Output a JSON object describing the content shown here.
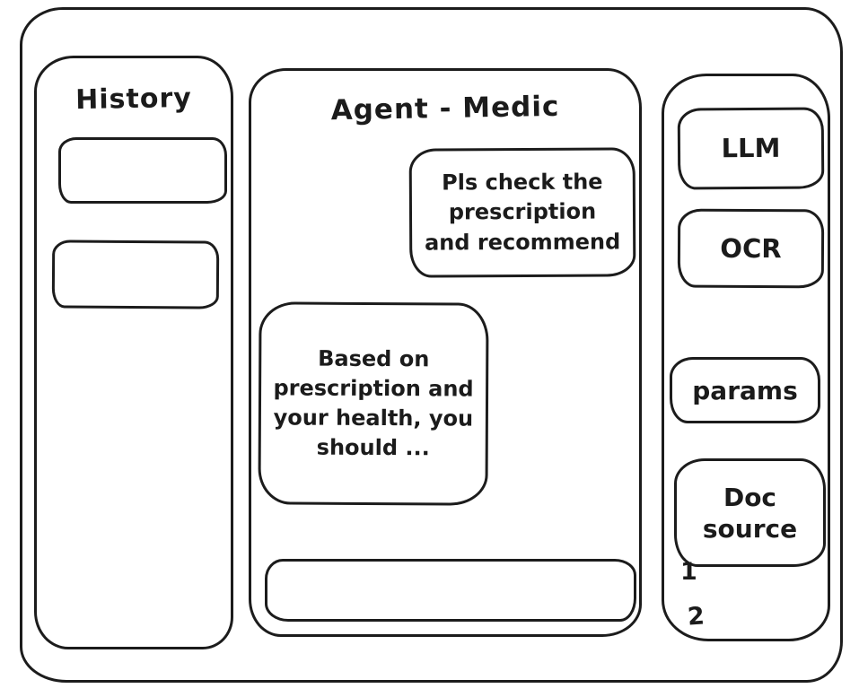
{
  "window": {
    "stroke_color": "#1c1c1c",
    "background_color": "#ffffff"
  },
  "sidebar": {
    "title": "History",
    "items": [
      {
        "label": ""
      },
      {
        "label": ""
      }
    ]
  },
  "chat": {
    "title": "Agent - Medic",
    "messages": [
      {
        "role": "user",
        "text": "Pls check the prescription and recommend"
      },
      {
        "role": "assistant",
        "text": "Based on prescription and your health, you should ..."
      }
    ],
    "input": {
      "value": "",
      "placeholder": ""
    }
  },
  "tools": {
    "buttons": [
      {
        "label": "LLM"
      },
      {
        "label": "OCR"
      },
      {
        "label": "params"
      },
      {
        "label": "Doc source"
      }
    ],
    "doc_list": [
      "1",
      "2"
    ]
  }
}
